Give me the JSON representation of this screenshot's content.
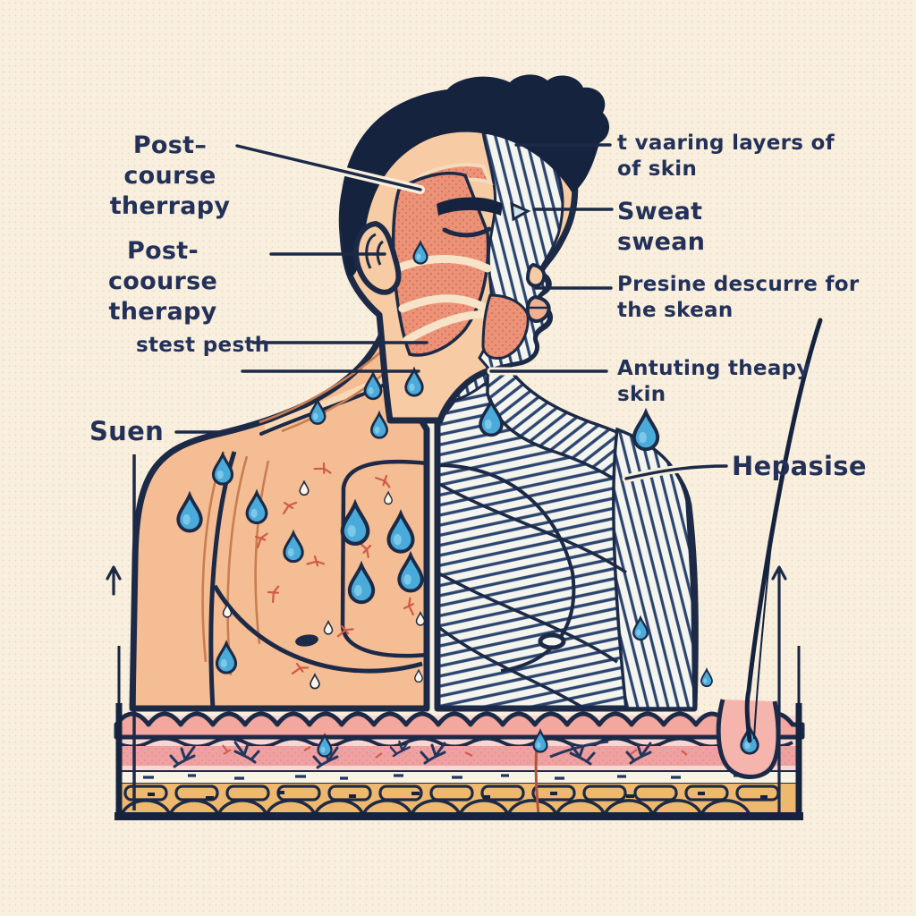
{
  "figure": {
    "caption_labels_left": "anatomy diagram labels (left column)",
    "caption_labels_right": "anatomy diagram labels (right column)"
  },
  "labels": {
    "left": [
      {
        "id": "post-course-therrapy",
        "text": "Post–course\ntherrapy"
      },
      {
        "id": "post-coourse-therapy",
        "text": "Post-coourse\ntherapy"
      },
      {
        "id": "stest-pesth",
        "text": "stest pesth"
      },
      {
        "id": "suen",
        "text": "Suen"
      }
    ],
    "right": [
      {
        "id": "varying-layers-of-skin",
        "text": "t vaaring layers of\nof skin"
      },
      {
        "id": "sweat-swean",
        "text": "Sweat\nswean"
      },
      {
        "id": "presine-descurre",
        "text": "Presine descurre for\nthe skean"
      },
      {
        "id": "antuting-theapy-skin",
        "text": "Antuting theapy\nskin"
      },
      {
        "id": "hepasise",
        "text": "Hepasise"
      }
    ]
  },
  "colors": {
    "background": "#f9efdf",
    "ink_outline": "#1c2a47",
    "label_text": "#233159",
    "skin_torso": "#f5bd93",
    "skin_face": "#f7cba3",
    "muscle_red": "#ec9377",
    "stripe_blue": "#2c4470",
    "stripe_bg": "#f4f5ee",
    "sweat_drop_blue": "#4aaad9",
    "epidermis_pink": "#f3a79f",
    "dermis_pink": "#efa0a0",
    "dermis_light_pink": "#f8d7d2",
    "fat_tan": "#eeb96e"
  }
}
